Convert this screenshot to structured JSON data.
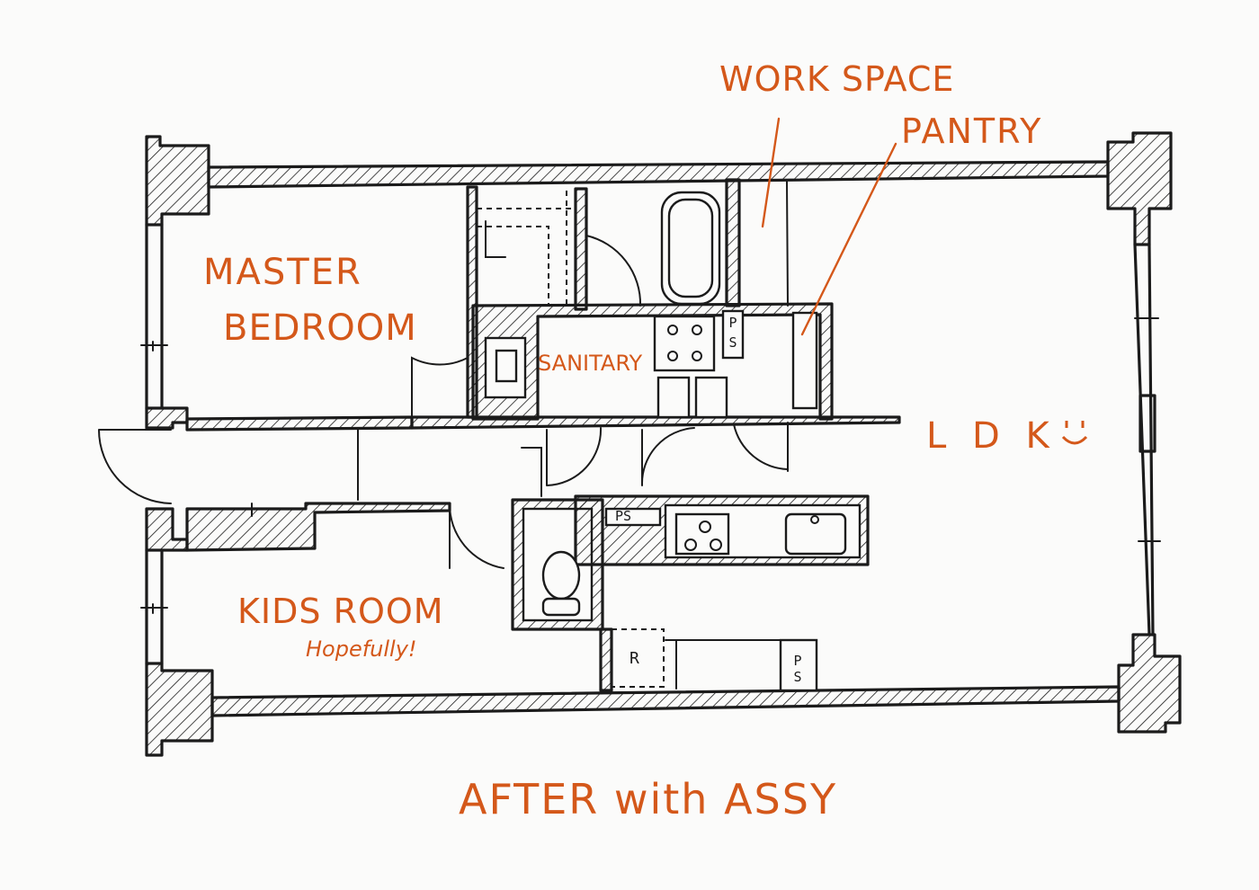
{
  "labels": {
    "work_space": "WORK SPACE",
    "pantry": "PANTRY",
    "master_bedroom_line1": "MASTER",
    "master_bedroom_line2": "BEDROOM",
    "sanitary": "SANITARY",
    "ldk": "L D K",
    "kids_room": "KIDS ROOM",
    "hopefully": "Hopefully!",
    "caption": "AFTER with ASSY"
  },
  "fixture_marks": {
    "ps_top": "P S",
    "ps_mid": "PS",
    "ps_bottom": "P S",
    "refrigerator": "R"
  },
  "colors": {
    "annotation": "#d4581a",
    "ink": "#1b1b1b",
    "paper": "#fbfbfa"
  }
}
